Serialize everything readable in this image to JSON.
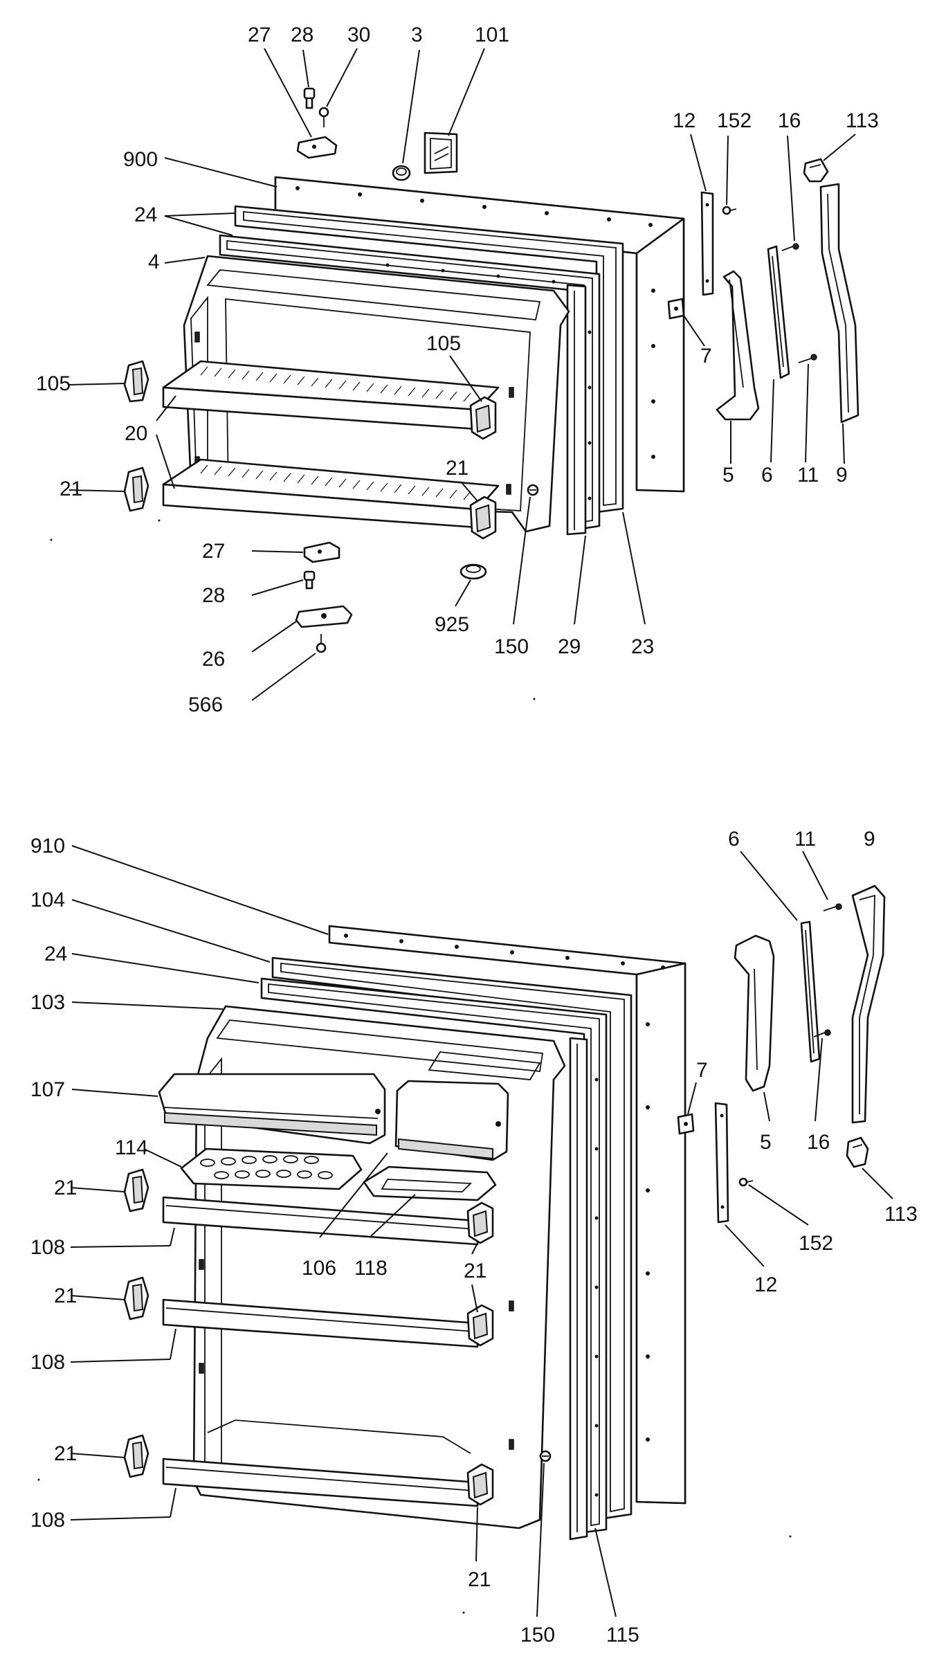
{
  "diagram": {
    "freezer_door_callouts": [
      {
        "id": "fz-27",
        "text": "27"
      },
      {
        "id": "fz-28",
        "text": "28"
      },
      {
        "id": "fz-30",
        "text": "30"
      },
      {
        "id": "fz-3",
        "text": "3"
      },
      {
        "id": "fz-101",
        "text": "101"
      },
      {
        "id": "fz-12",
        "text": "12"
      },
      {
        "id": "fz-152",
        "text": "152"
      },
      {
        "id": "fz-16",
        "text": "16"
      },
      {
        "id": "fz-113",
        "text": "113"
      },
      {
        "id": "fz-900",
        "text": "900"
      },
      {
        "id": "fz-24",
        "text": "24"
      },
      {
        "id": "fz-4",
        "text": "4"
      },
      {
        "id": "fz-105a",
        "text": "105"
      },
      {
        "id": "fz-105b",
        "text": "105"
      },
      {
        "id": "fz-20",
        "text": "20"
      },
      {
        "id": "fz-21a",
        "text": "21"
      },
      {
        "id": "fz-21b",
        "text": "21"
      },
      {
        "id": "fz-7",
        "text": "7"
      },
      {
        "id": "fz-5",
        "text": "5"
      },
      {
        "id": "fz-6",
        "text": "6"
      },
      {
        "id": "fz-11",
        "text": "11"
      },
      {
        "id": "fz-9",
        "text": "9"
      },
      {
        "id": "fz-27b",
        "text": "27"
      },
      {
        "id": "fz-28b",
        "text": "28"
      },
      {
        "id": "fz-26",
        "text": "26"
      },
      {
        "id": "fz-566",
        "text": "566"
      },
      {
        "id": "fz-925",
        "text": "925"
      },
      {
        "id": "fz-150",
        "text": "150"
      },
      {
        "id": "fz-29",
        "text": "29"
      },
      {
        "id": "fz-23",
        "text": "23"
      }
    ],
    "fresh_food_door_callouts": [
      {
        "id": "ff-910",
        "text": "910"
      },
      {
        "id": "ff-104",
        "text": "104"
      },
      {
        "id": "ff-24",
        "text": "24"
      },
      {
        "id": "ff-103",
        "text": "103"
      },
      {
        "id": "ff-107",
        "text": "107"
      },
      {
        "id": "ff-114",
        "text": "114"
      },
      {
        "id": "ff-21a",
        "text": "21"
      },
      {
        "id": "ff-108a",
        "text": "108"
      },
      {
        "id": "ff-106",
        "text": "106"
      },
      {
        "id": "ff-118",
        "text": "118"
      },
      {
        "id": "ff-21b",
        "text": "21"
      },
      {
        "id": "ff-21c",
        "text": "21"
      },
      {
        "id": "ff-108b",
        "text": "108"
      },
      {
        "id": "ff-21d",
        "text": "21"
      },
      {
        "id": "ff-108c",
        "text": "108"
      },
      {
        "id": "ff-21e",
        "text": "21"
      },
      {
        "id": "ff-150",
        "text": "150"
      },
      {
        "id": "ff-115",
        "text": "115"
      },
      {
        "id": "ff-6",
        "text": "6"
      },
      {
        "id": "ff-11",
        "text": "11"
      },
      {
        "id": "ff-9",
        "text": "9"
      },
      {
        "id": "ff-7",
        "text": "7"
      },
      {
        "id": "ff-5",
        "text": "5"
      },
      {
        "id": "ff-16",
        "text": "16"
      },
      {
        "id": "ff-113",
        "text": "113"
      },
      {
        "id": "ff-152",
        "text": "152"
      },
      {
        "id": "ff-12",
        "text": "12"
      }
    ]
  }
}
